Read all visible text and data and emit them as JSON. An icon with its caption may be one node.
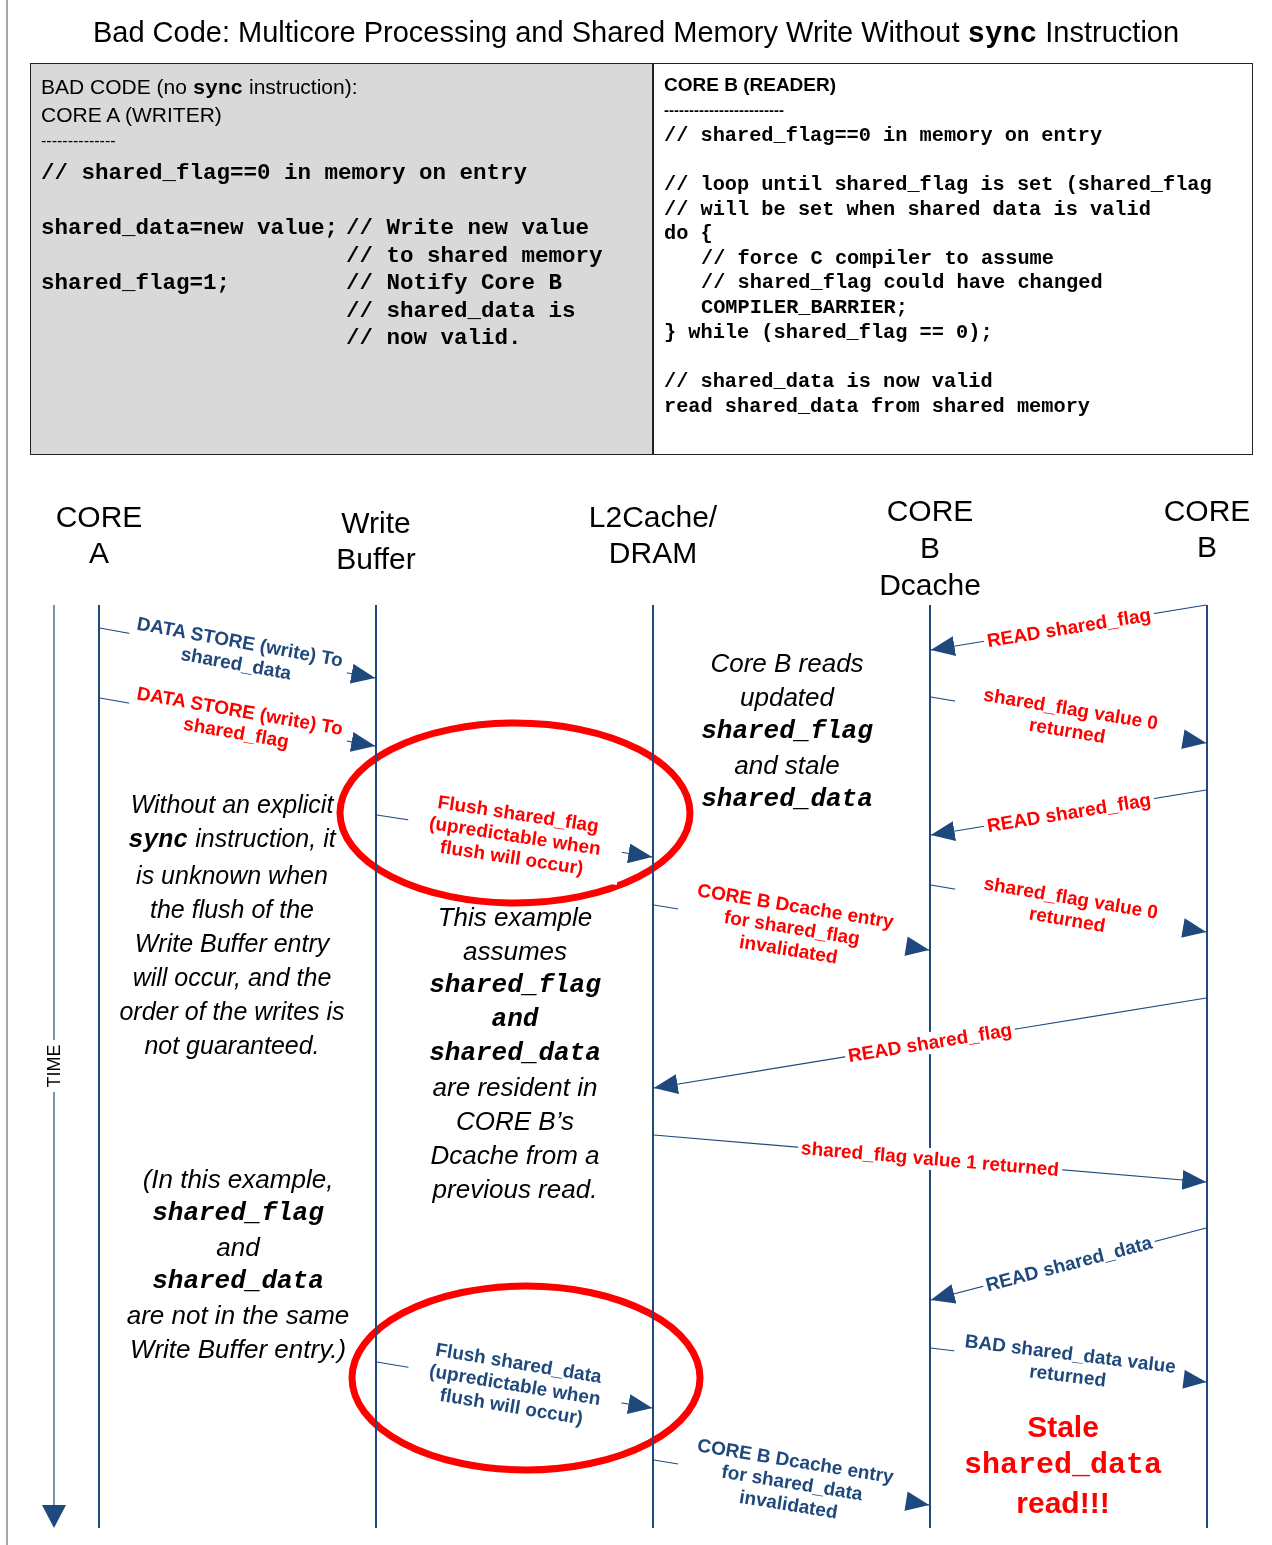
{
  "diagram": {
    "title": "Bad Code:  Multicore Processing and Shared Memory Write Without **sync** Instruction",
    "nodes": [
      {
        "text": [
          "BAD CODE (no **sync** instruction):",
          "CORE A (WRITER)",
          "--------------",
          "// shared_flag==0 in memory on entry",
          "shared_data=new value;",
          "// Write new value",
          "// to shared memory",
          "shared_flag=1;",
          "// Notify Core B",
          "// shared_data is",
          "// now valid."
        ]
      },
      {
        "text": [
          "CORE B (READER)",
          "------------------------",
          "// shared_flag==0 in memory on entry",
          "// loop until shared_flag is set (shared_flag",
          "// will be set when shared data is valid",
          "do {",
          "// force C compiler to assume",
          "// shared_flag could have changed",
          "COMPILER_BARRIER;",
          "} while (shared_flag == 0);",
          "// shared_data is now valid",
          "read shared_data from shared memory"
        ]
      },
      {
        "text": [],
        "shape": "bar"
      },
      {
        "text": [],
        "shape": "bar"
      },
      {
        "text": [],
        "shape": "bar"
      },
      {
        "text": [],
        "shape": "bar"
      },
      {
        "text": [],
        "shape": "bar"
      }
    ],
    "edges": [
      {
        "from": 2,
        "to": 3,
        "arrow": "to",
        "label": "DATA STORE (write) To shared_data"
      },
      {
        "from": 2,
        "to": 3,
        "arrow": "to",
        "label": "DATA STORE (write) To shared_flag"
      },
      {
        "from": 6,
        "to": 5,
        "arrow": "to",
        "label": "READ shared_flag"
      },
      {
        "from": 5,
        "to": 6,
        "arrow": "to",
        "label": "shared_flag value 0 returned"
      },
      {
        "from": 3,
        "to": 4,
        "arrow": "to",
        "label": "Flush shared_flag (upredictable when flush will occur)"
      },
      {
        "from": 6,
        "to": 5,
        "arrow": "to",
        "label": "READ shared_flag"
      },
      {
        "from": 5,
        "to": 6,
        "arrow": "to",
        "label": "shared_flag value 0 returned"
      },
      {
        "from": 4,
        "to": 5,
        "arrow": "to",
        "label": "CORE B Dcache entry for shared_flag invalidated"
      },
      {
        "from": 6,
        "to": 4,
        "arrow": "to",
        "label": "READ shared_flag"
      },
      {
        "from": 4,
        "to": 6,
        "arrow": "to",
        "label": "shared_flag value 1 returned"
      },
      {
        "from": 6,
        "to": 5,
        "arrow": "to",
        "label": "READ shared_data"
      },
      {
        "from": 5,
        "to": 6,
        "arrow": "to",
        "label": "BAD shared_data value returned"
      },
      {
        "from": 3,
        "to": 4,
        "arrow": "to",
        "label": "Flush shared_data (upredictable when flush will occur)"
      },
      {
        "from": 4,
        "to": 5,
        "arrow": "to",
        "label": "CORE B Dcache entry for shared_data invalidated"
      }
    ],
    "labels": [
      "CORE A",
      "Write Buffer",
      "L2Cache/ DRAM",
      "CORE B Dcache",
      "CORE B",
      "TIME",
      "Core B reads updated **shared_flag** and stale **shared_data**",
      "Without an explicit **sync** instruction, it is unknown when the flush of the Write Buffer entry will occur, and the order of the writes is not guaranteed.",
      "This example assumes **shared_flag** **and** **shared_data** are resident in CORE B’s Dcache from a previous read.",
      "(In this example, **shared_flag** and **shared_data** are not in the same Write Buffer entry.)",
      "Stale **shared_data** read!!!"
    ]
  }
}
